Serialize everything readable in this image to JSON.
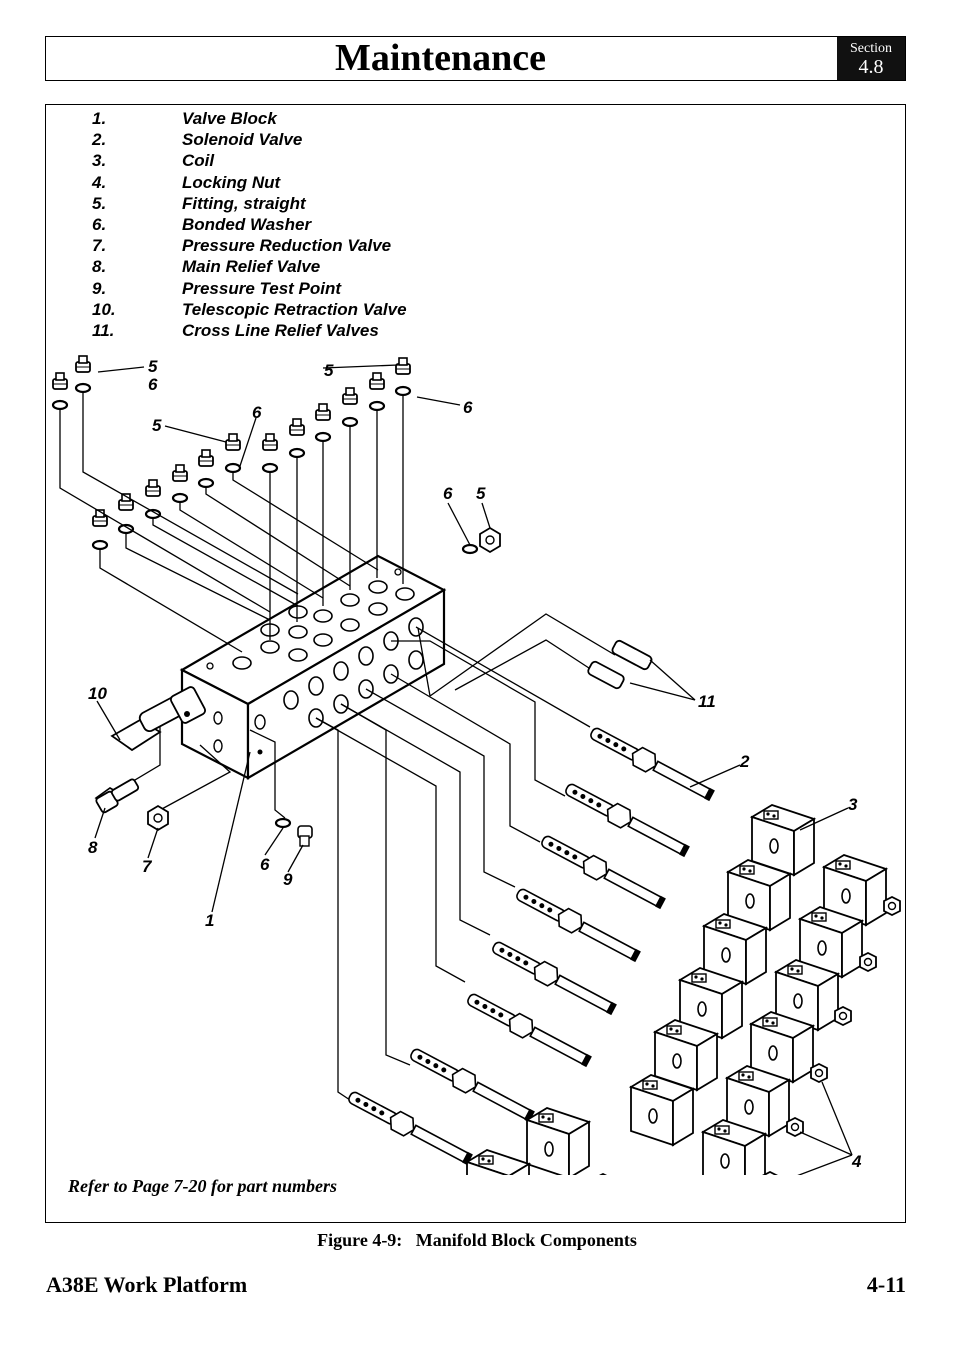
{
  "header": {
    "title": "Maintenance",
    "section_label": "Section",
    "section_number": "4.8"
  },
  "legend": [
    {
      "num": "1.",
      "label": "Valve Block"
    },
    {
      "num": "2.",
      "label": "Solenoid Valve"
    },
    {
      "num": "3.",
      "label": "Coil"
    },
    {
      "num": "4.",
      "label": "Locking Nut"
    },
    {
      "num": "5.",
      "label": "Fitting, straight"
    },
    {
      "num": "6.",
      "label": "Bonded Washer"
    },
    {
      "num": "7.",
      "label": "Pressure Reduction Valve"
    },
    {
      "num": "8.",
      "label": "Main Relief Valve"
    },
    {
      "num": "9.",
      "label": "Pressure Test Point"
    },
    {
      "num": "10.",
      "label": "Telescopic Retraction Valve"
    },
    {
      "num": "11.",
      "label": "Cross Line Relief Valves"
    }
  ],
  "callouts": {
    "c1": "1",
    "c2": "2",
    "c3": "3",
    "c4": "4",
    "c5": "5",
    "c6": "6",
    "c7": "7",
    "c8": "8",
    "c9": "9",
    "c10": "10",
    "c11": "11"
  },
  "refer_note": "Refer to Page 7-20 for part numbers",
  "caption": "Figure 4-9:   Manifold Block Components",
  "footer": {
    "left": "A38E Work Platform",
    "right": "4-11"
  }
}
